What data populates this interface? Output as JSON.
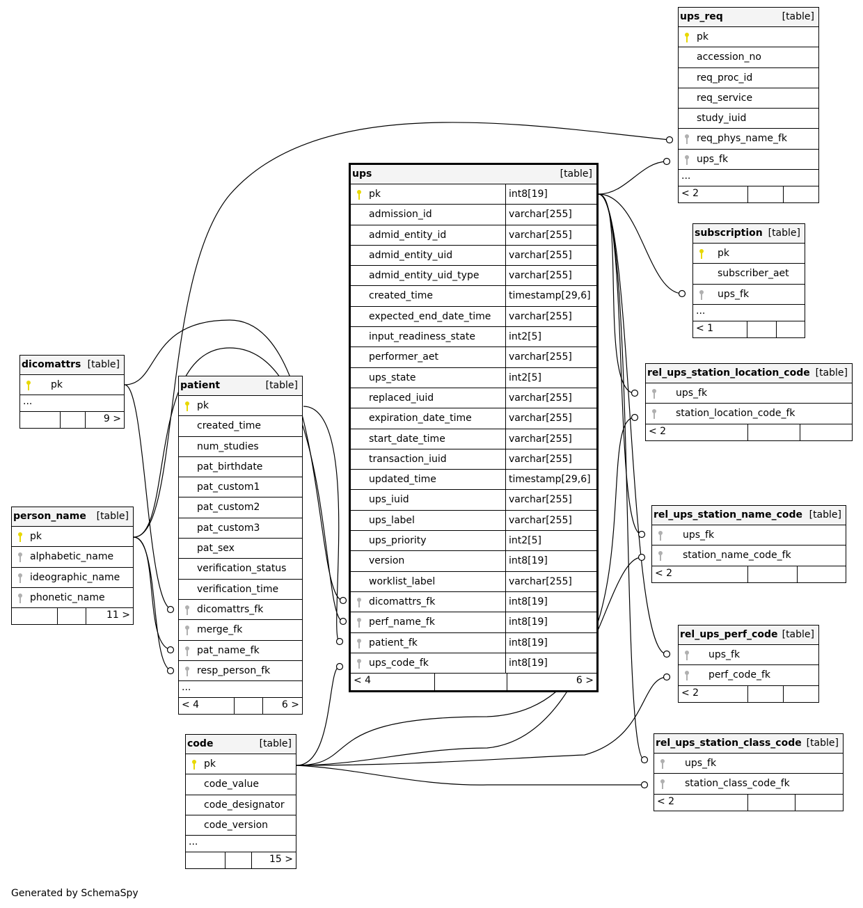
{
  "footer_text": "Generated by SchemaSpy",
  "colors": {
    "pk_key": "#e8d800",
    "fk_key": "#b0b0b0",
    "header_bg": "#f4f4f4",
    "line": "#000000"
  },
  "tables": {
    "ups_req": {
      "name": "ups_req",
      "type": "[table]",
      "columns": [
        "pk",
        "accession_no",
        "req_proc_id",
        "req_service",
        "study_iuid",
        "req_phys_name_fk",
        "ups_fk"
      ],
      "more": "...",
      "foot": [
        "< 2",
        "",
        ""
      ]
    },
    "subscription": {
      "name": "subscription",
      "type": "[table]",
      "columns": [
        "pk",
        "subscriber_aet",
        "ups_fk"
      ],
      "more": "...",
      "foot": [
        "< 1",
        "",
        ""
      ]
    },
    "rel_ups_station_location_code": {
      "name": "rel_ups_station_location_code",
      "type": "[table]",
      "columns": [
        "ups_fk",
        "station_location_code_fk"
      ],
      "foot": [
        "< 2",
        "",
        ""
      ]
    },
    "rel_ups_station_name_code": {
      "name": "rel_ups_station_name_code",
      "type": "[table]",
      "columns": [
        "ups_fk",
        "station_name_code_fk"
      ],
      "foot": [
        "< 2",
        "",
        ""
      ]
    },
    "rel_ups_perf_code": {
      "name": "rel_ups_perf_code",
      "type": "[table]",
      "columns": [
        "ups_fk",
        "perf_code_fk"
      ],
      "foot": [
        "< 2",
        "",
        ""
      ]
    },
    "rel_ups_station_class_code": {
      "name": "rel_ups_station_class_code",
      "type": "[table]",
      "columns": [
        "ups_fk",
        "station_class_code_fk"
      ],
      "foot": [
        "< 2",
        "",
        ""
      ]
    },
    "ups": {
      "name": "ups",
      "type": "[table]",
      "columns": [
        {
          "n": "pk",
          "t": "int8[19]"
        },
        {
          "n": "admission_id",
          "t": "varchar[255]"
        },
        {
          "n": "admid_entity_id",
          "t": "varchar[255]"
        },
        {
          "n": "admid_entity_uid",
          "t": "varchar[255]"
        },
        {
          "n": "admid_entity_uid_type",
          "t": "varchar[255]"
        },
        {
          "n": "created_time",
          "t": "timestamp[29,6]"
        },
        {
          "n": "expected_end_date_time",
          "t": "varchar[255]"
        },
        {
          "n": "input_readiness_state",
          "t": "int2[5]"
        },
        {
          "n": "performer_aet",
          "t": "varchar[255]"
        },
        {
          "n": "ups_state",
          "t": "int2[5]"
        },
        {
          "n": "replaced_iuid",
          "t": "varchar[255]"
        },
        {
          "n": "expiration_date_time",
          "t": "varchar[255]"
        },
        {
          "n": "start_date_time",
          "t": "varchar[255]"
        },
        {
          "n": "transaction_iuid",
          "t": "varchar[255]"
        },
        {
          "n": "updated_time",
          "t": "timestamp[29,6]"
        },
        {
          "n": "ups_iuid",
          "t": "varchar[255]"
        },
        {
          "n": "ups_label",
          "t": "varchar[255]"
        },
        {
          "n": "ups_priority",
          "t": "int2[5]"
        },
        {
          "n": "version",
          "t": "int8[19]"
        },
        {
          "n": "worklist_label",
          "t": "varchar[255]"
        },
        {
          "n": "dicomattrs_fk",
          "t": "int8[19]"
        },
        {
          "n": "perf_name_fk",
          "t": "int8[19]"
        },
        {
          "n": "patient_fk",
          "t": "int8[19]"
        },
        {
          "n": "ups_code_fk",
          "t": "int8[19]"
        }
      ],
      "foot": [
        "< 4",
        "",
        "6 >"
      ]
    },
    "dicomattrs": {
      "name": "dicomattrs",
      "type": "[table]",
      "columns": [
        "pk"
      ],
      "more": "...",
      "foot": [
        "",
        "",
        "9 >"
      ]
    },
    "patient": {
      "name": "patient",
      "type": "[table]",
      "columns": [
        "pk",
        "created_time",
        "num_studies",
        "pat_birthdate",
        "pat_custom1",
        "pat_custom2",
        "pat_custom3",
        "pat_sex",
        "verification_status",
        "verification_time",
        "dicomattrs_fk",
        "merge_fk",
        "pat_name_fk",
        "resp_person_fk"
      ],
      "more": "...",
      "foot": [
        "< 4",
        "",
        "6 >"
      ]
    },
    "person_name": {
      "name": "person_name",
      "type": "[table]",
      "columns": [
        "pk",
        "alphabetic_name",
        "ideographic_name",
        "phonetic_name"
      ],
      "foot": [
        "",
        "",
        "11 >"
      ]
    },
    "code": {
      "name": "code",
      "type": "[table]",
      "columns": [
        "pk",
        "code_value",
        "code_designator",
        "code_version"
      ],
      "more": "...",
      "foot": [
        "",
        "",
        "15 >"
      ]
    }
  }
}
